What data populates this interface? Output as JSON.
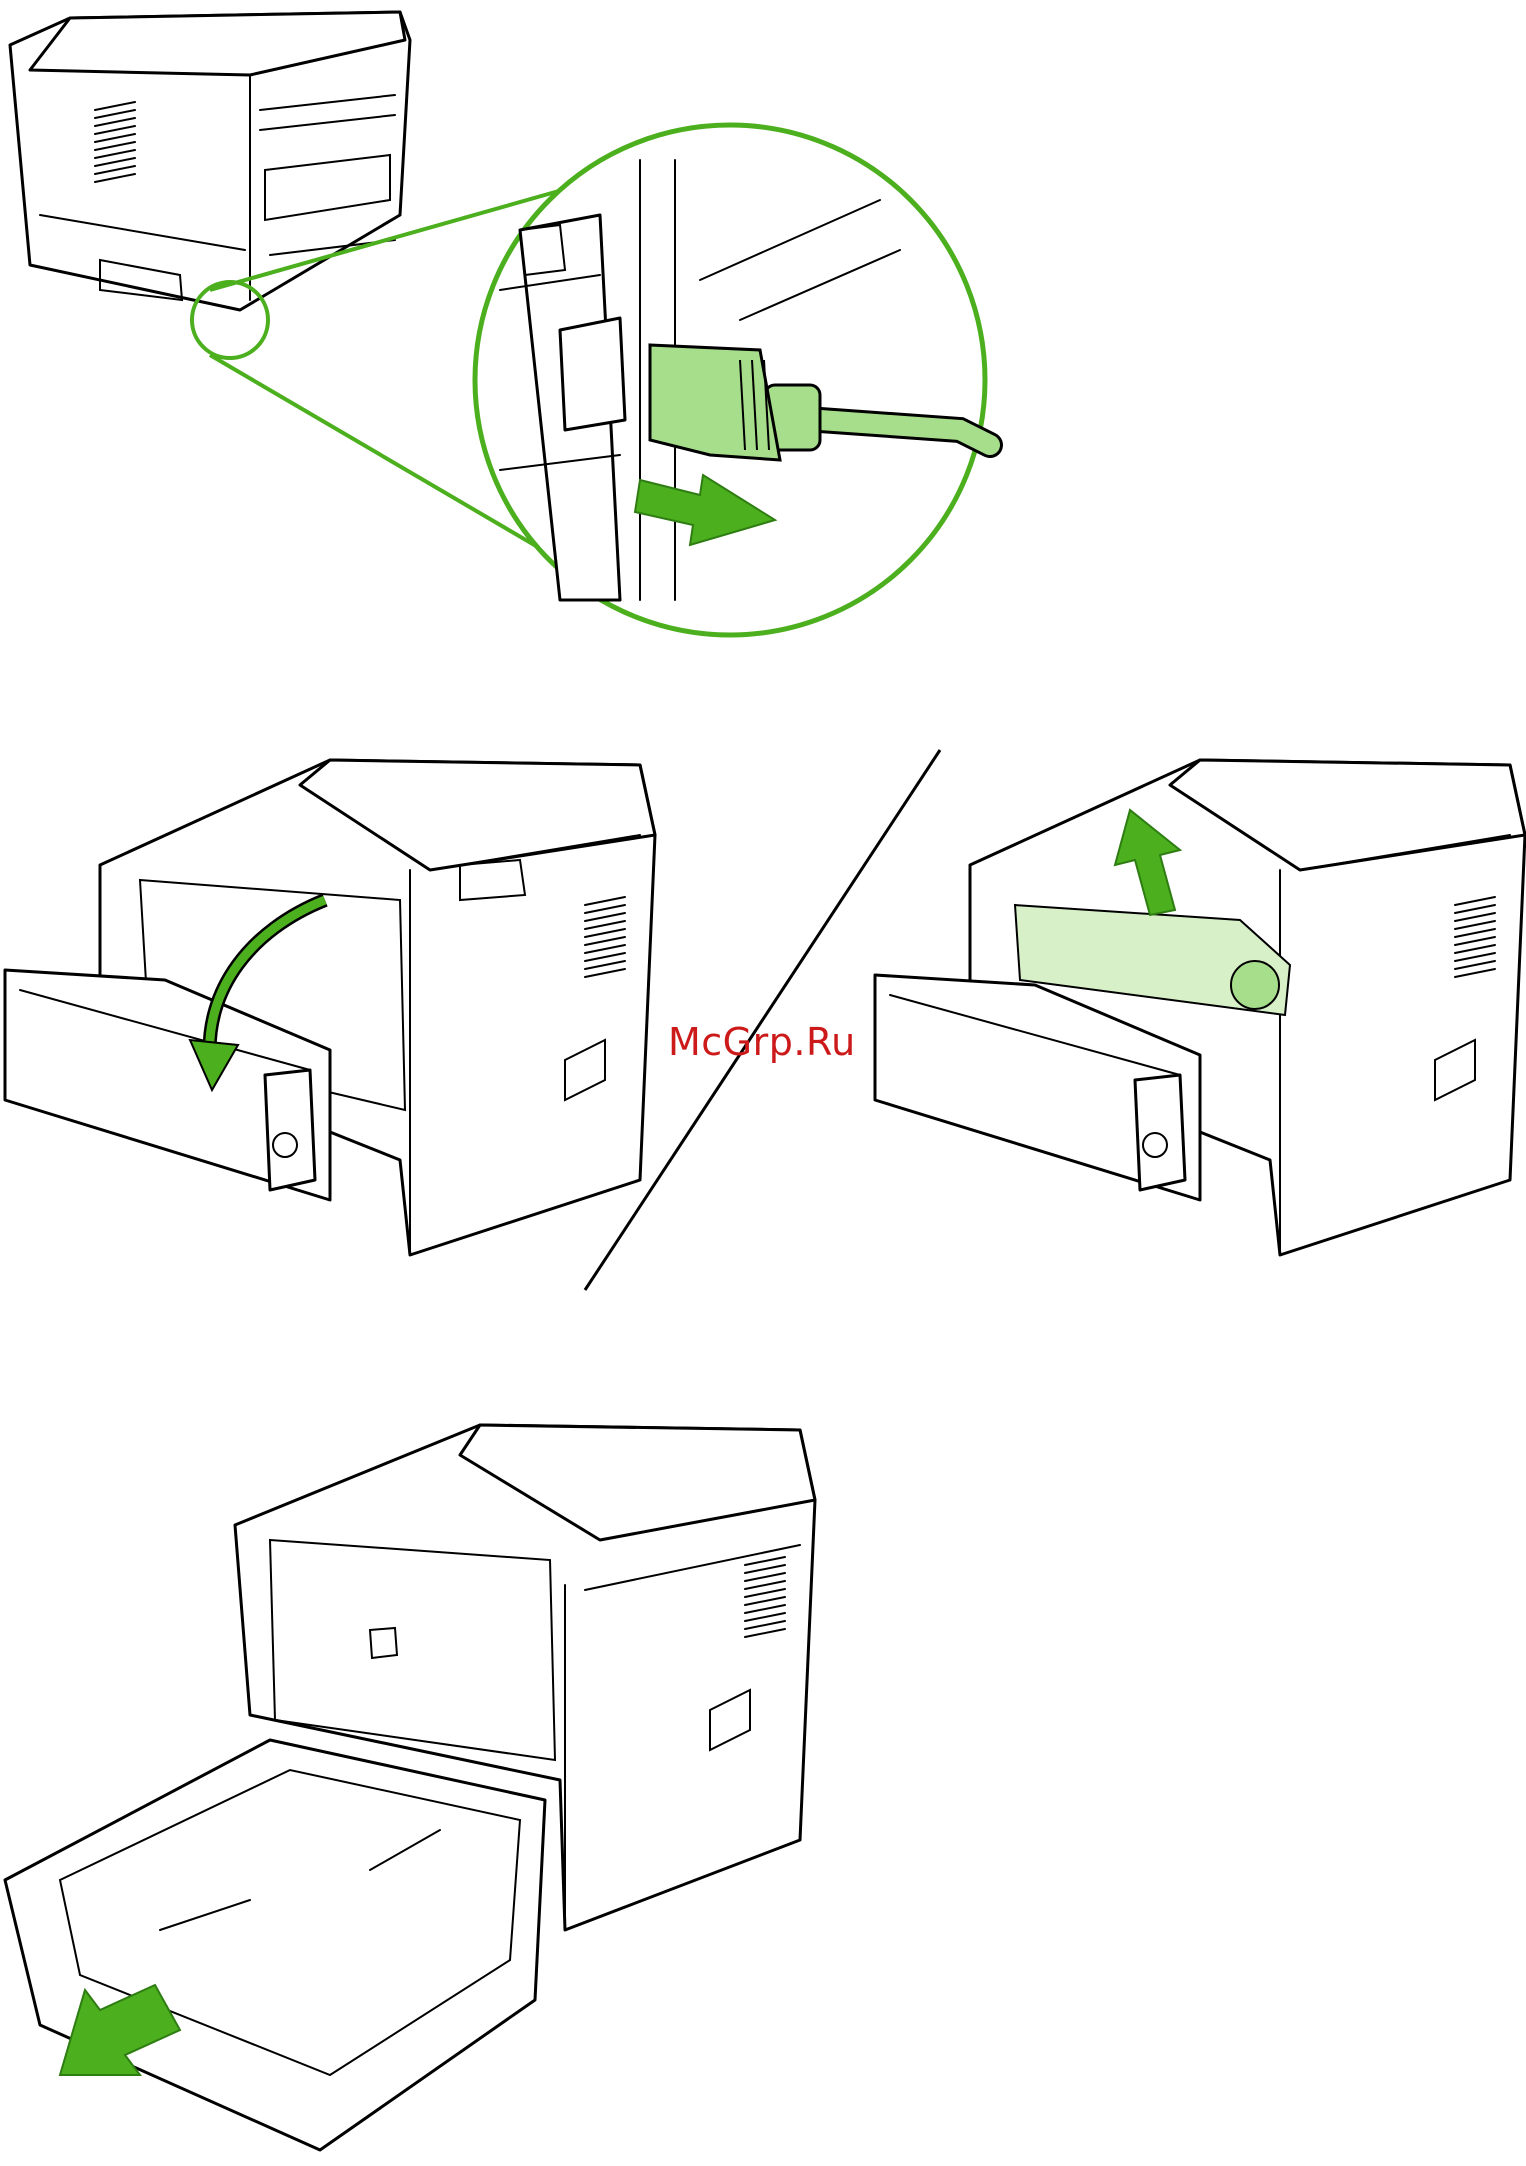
{
  "watermark": {
    "text": "McGrp.Ru",
    "color": "#cc1a1a"
  },
  "colors": {
    "accent_green": "#4caf1e",
    "highlight_green": "#a6de8c",
    "line": "#000000"
  },
  "figures": [
    {
      "id": "unplug-power-cord",
      "icon": "arrow-right-icon"
    },
    {
      "id": "open-front-door",
      "icon": "arrow-curved-down-icon"
    },
    {
      "id": "remove-toner-cartridge",
      "icon": "arrow-up-icon"
    },
    {
      "id": "pull-out-paper-tray",
      "icon": "arrow-down-left-icon"
    }
  ]
}
